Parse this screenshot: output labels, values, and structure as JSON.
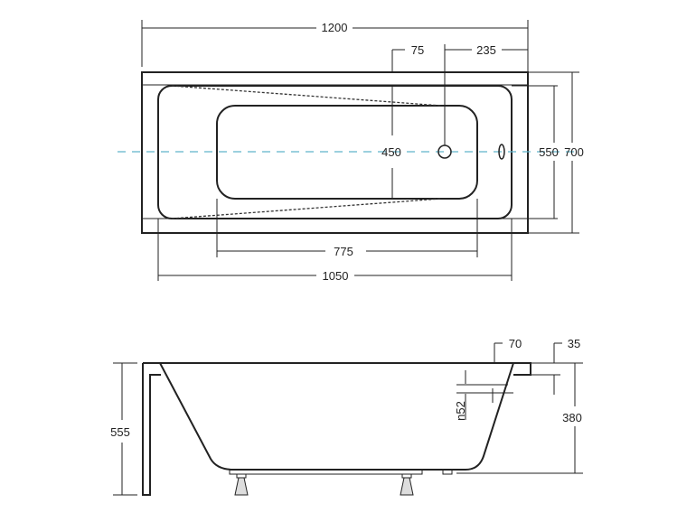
{
  "top_view": {
    "overall_length": "1200",
    "inner_length": "1050",
    "basin_length": "775",
    "overall_width": "700",
    "inner_width": "550",
    "basin_width": "450",
    "offset_75": "75",
    "drain_offset": "235"
  },
  "side_view": {
    "total_height": "555",
    "depth": "380",
    "rim_width": "70",
    "rim_thickness": "35",
    "overflow_diameter": "n52"
  }
}
